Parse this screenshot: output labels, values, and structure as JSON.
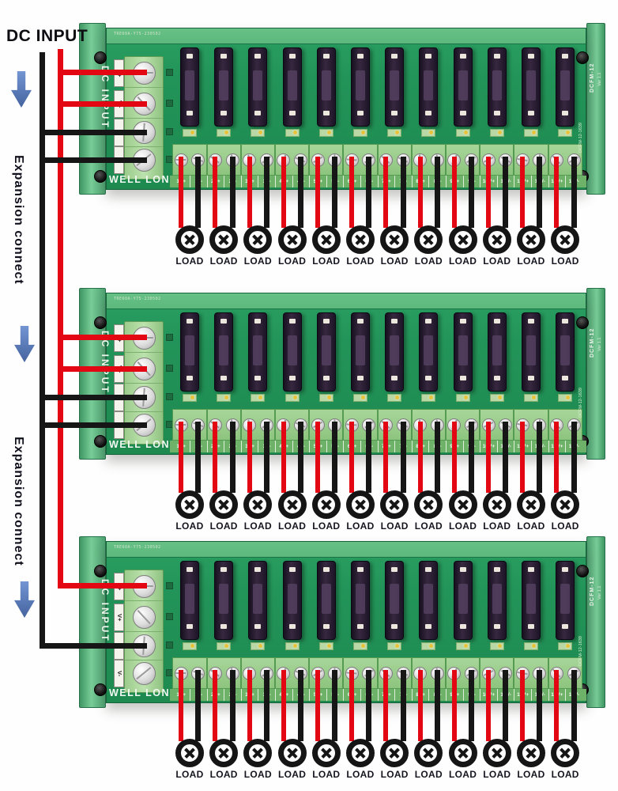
{
  "annotations": {
    "dc_input": "DC INPUT",
    "expansion_connect": "Expansion connect",
    "load": "LOAD"
  },
  "module": {
    "brand": "WELL LONG",
    "board_input_label": "DC INPUT",
    "input_terminals": [
      "V+",
      "V+",
      "V-",
      "V-"
    ],
    "model": "DCFM-12",
    "version": "Ver 1.1",
    "serial": "DCFM-12-1639",
    "sticker": "TRE60A-Y75-230502",
    "channel_count": 12,
    "fuse_count": 12,
    "channel_labels": [
      "1V+",
      "1V-",
      "2V+",
      "2V-",
      "3V+",
      "3V-",
      "4V+",
      "4V-",
      "5V+",
      "5V-",
      "6V+",
      "6V-",
      "7V+",
      "7V-",
      "8V+",
      "8V-",
      "9V+",
      "9V-",
      "10V+",
      "10V-",
      "11V+",
      "11V-",
      "12V+",
      "12V-"
    ]
  },
  "modules": [
    {
      "id": "module-1"
    },
    {
      "id": "module-2"
    },
    {
      "id": "module-3"
    }
  ],
  "colors": {
    "positive_wire": "#e30613",
    "negative_wire": "#161616",
    "board_green": "#239459",
    "rail_green": "#5cb87c",
    "terminal_green": "#a8d598",
    "fuse_purple": "#2b1f31",
    "arrow_blue": "#5b82c4",
    "led_amber": "#e7c23a"
  }
}
